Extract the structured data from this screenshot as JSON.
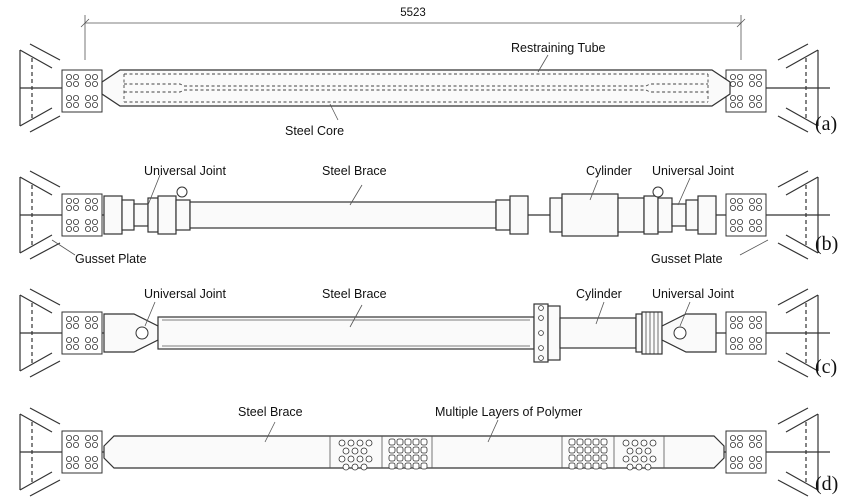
{
  "dimension": "5523",
  "panels": [
    {
      "id": "a",
      "letter": "(a)",
      "labels": [
        "Restraining Tube",
        "Steel Core"
      ]
    },
    {
      "id": "b",
      "letter": "(b)",
      "labels": [
        "Universal Joint",
        "Steel Brace",
        "Cylinder",
        "Universal Joint",
        "Gusset Plate",
        "Gusset Plate"
      ]
    },
    {
      "id": "c",
      "letter": "(c)",
      "labels": [
        "Universal Joint",
        "Steel Brace",
        "Cylinder",
        "Universal Joint"
      ]
    },
    {
      "id": "d",
      "letter": "(d)",
      "labels": [
        "Steel Brace",
        "Multiple Layers of Polymer"
      ]
    }
  ]
}
